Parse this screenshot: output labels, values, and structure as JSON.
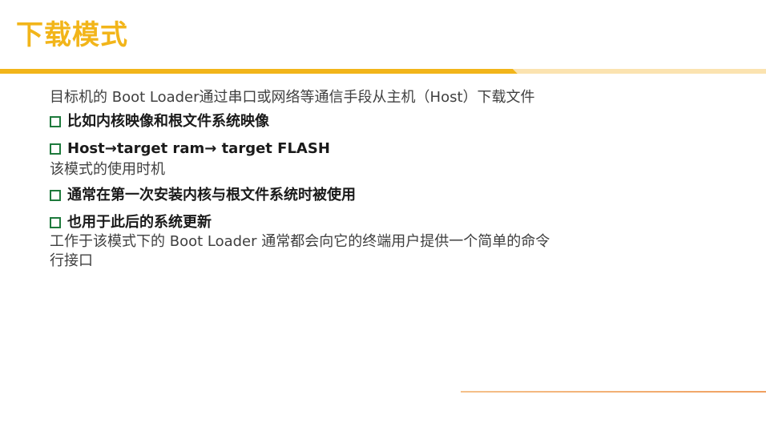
{
  "slide": {
    "title": "下载模式",
    "intro": "目标机的 Boot Loader通过串口或网络等通信手段从主机（Host）下载文件",
    "bullets_1": [
      "比如内核映像和根文件系统映像"
    ],
    "bullet_flow": {
      "part1": "Host",
      "arrow": "→",
      "part2": "target ram",
      "part3": " target FLASH"
    },
    "usage_heading": "该模式的使用时机",
    "bullets_2": [
      "通常在第一次安装内核与根文件系统时被使用",
      "也用于此后的系统更新"
    ],
    "closing_line1": "工作于该模式下的 Boot Loader 通常都会向它的终端用户提供一个简单的命令",
    "closing_line2": "行接口"
  },
  "colors": {
    "title": "#f2b51a",
    "bar_primary": "#f2b51a",
    "bar_secondary": "#fbe3b0",
    "bullet_box": "#1e7a3c",
    "footer_line": "#f0a060"
  }
}
